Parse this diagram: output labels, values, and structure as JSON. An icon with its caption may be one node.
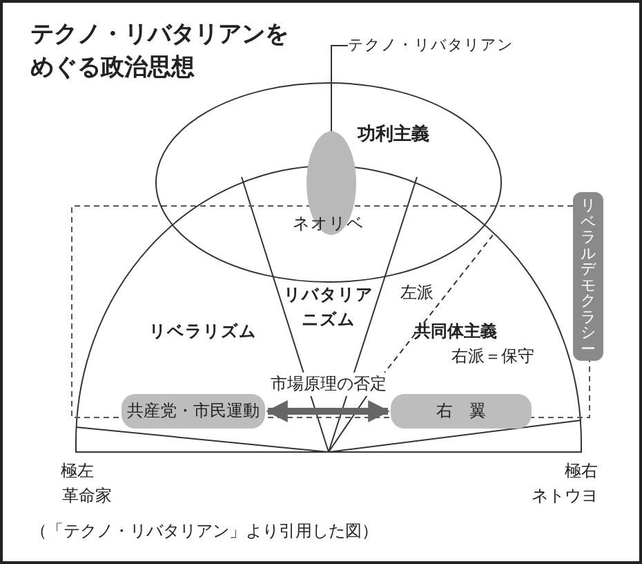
{
  "diagram": {
    "title": "テクノ・リバタリアンをめぐる政治思想",
    "caption": "（「テクノ・リバタリアン」より引用した図）",
    "nodes": [
      {
        "text": [
          "テクノ・リバタリアン"
        ]
      },
      {
        "text": [
          "功利主義"
        ]
      },
      {
        "text": [],
        "shape": "ellipse",
        "in": 1
      },
      {
        "text": [
          "リベラルデモクラシー"
        ]
      },
      {
        "text": [
          "共産党・市民運動"
        ]
      },
      {
        "text": [
          "右　翼"
        ]
      }
    ],
    "edges": [
      {
        "from": 0,
        "to": 2,
        "arrow": "none"
      },
      {
        "from": 4,
        "to": 5,
        "arrow": "both",
        "label": "市場原理の否定",
        "style": "thick",
        "color": "#666666"
      }
    ],
    "labels": [
      "ネオリベ",
      "リバタリアニズム",
      "左派",
      "リベラリズム",
      "共同体主義",
      "右派＝保守",
      "極左",
      "革命家",
      "極右",
      "ネトウヨ"
    ]
  }
}
